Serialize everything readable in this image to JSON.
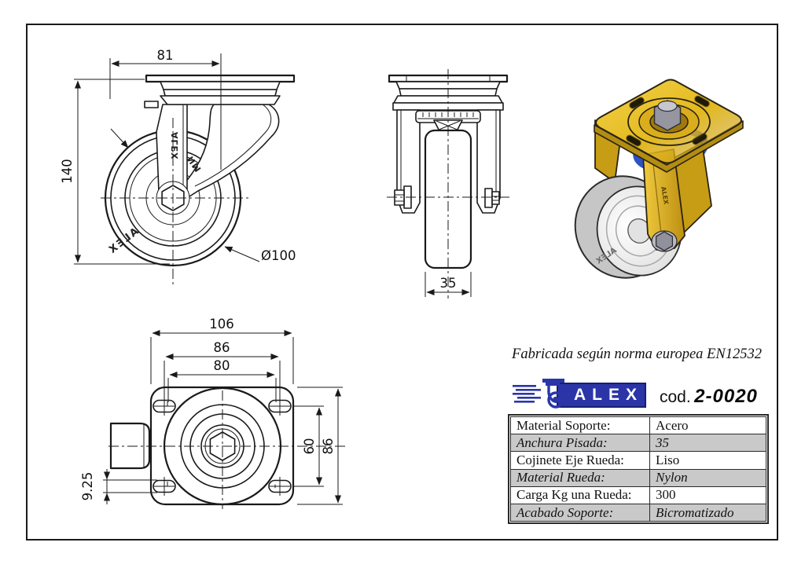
{
  "sheet": {
    "note": "Fabricada según norma europea EN12532",
    "brand": "ALEX",
    "code_label": "cod.",
    "code": "2-0020"
  },
  "dims": {
    "swivel_radius": "81",
    "total_height": "140",
    "wheel_diameter": "Ø100",
    "wheel_width": "35",
    "plate_length": "106",
    "hole_spacing_long_max": "86",
    "hole_spacing_long_min": "80",
    "hole_spacing_short": "60",
    "plate_width": "86",
    "slot_width": "9.25"
  },
  "decals": {
    "fork": "ALEX",
    "wheel": "ALEX",
    "rear": "NM"
  },
  "spec_table": {
    "rows": [
      {
        "label": "Material Soporte:",
        "value": "Acero"
      },
      {
        "label": "Anchura Pisada:",
        "value": "35"
      },
      {
        "label": "Cojinete Eje Rueda:",
        "value": "Liso"
      },
      {
        "label": "Material Rueda:",
        "value": "Nylon"
      },
      {
        "label": "Carga Kg una Rueda:",
        "value": "300"
      },
      {
        "label": "Acabado Soporte:",
        "value": "Bicromatizado"
      }
    ]
  },
  "colors": {
    "line": "#1a1a1a",
    "brand_blue": "#2b35a8",
    "table_row_shade": "#c9c9c9",
    "bracket_gold": "#e3b91f",
    "seal_blue": "#2d52c5",
    "wheel_gray": "#c6c6c6"
  }
}
